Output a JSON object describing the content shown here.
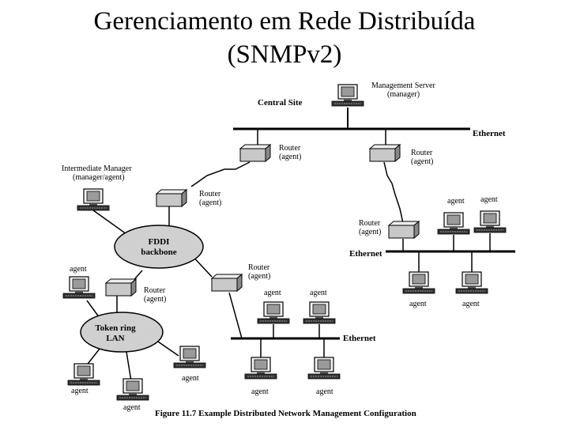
{
  "title": {
    "line1": "Gerenciamento em Rede Distribuída",
    "line2": "(SNMPv2)"
  },
  "diagram": {
    "central_site": "Central Site",
    "management_server": "Management Server",
    "manager_paren": "(manager)",
    "ethernet": "Ethernet",
    "router": "Router",
    "agent_paren": "(agent)",
    "intermediate_manager": "Intermediate Manager",
    "manager_agent_paren": "(manager/agent)",
    "fddi": "FDDI",
    "backbone": "backbone",
    "token_ring": "Token ring",
    "lan": "LAN",
    "agent": "agent",
    "caption": "Figure 11.7   Example Distributed Network Management Configuration"
  },
  "colors": {
    "ellipse_fill": "#d0d0d0",
    "device_fill": "#c8c8c8",
    "line": "#000000"
  }
}
